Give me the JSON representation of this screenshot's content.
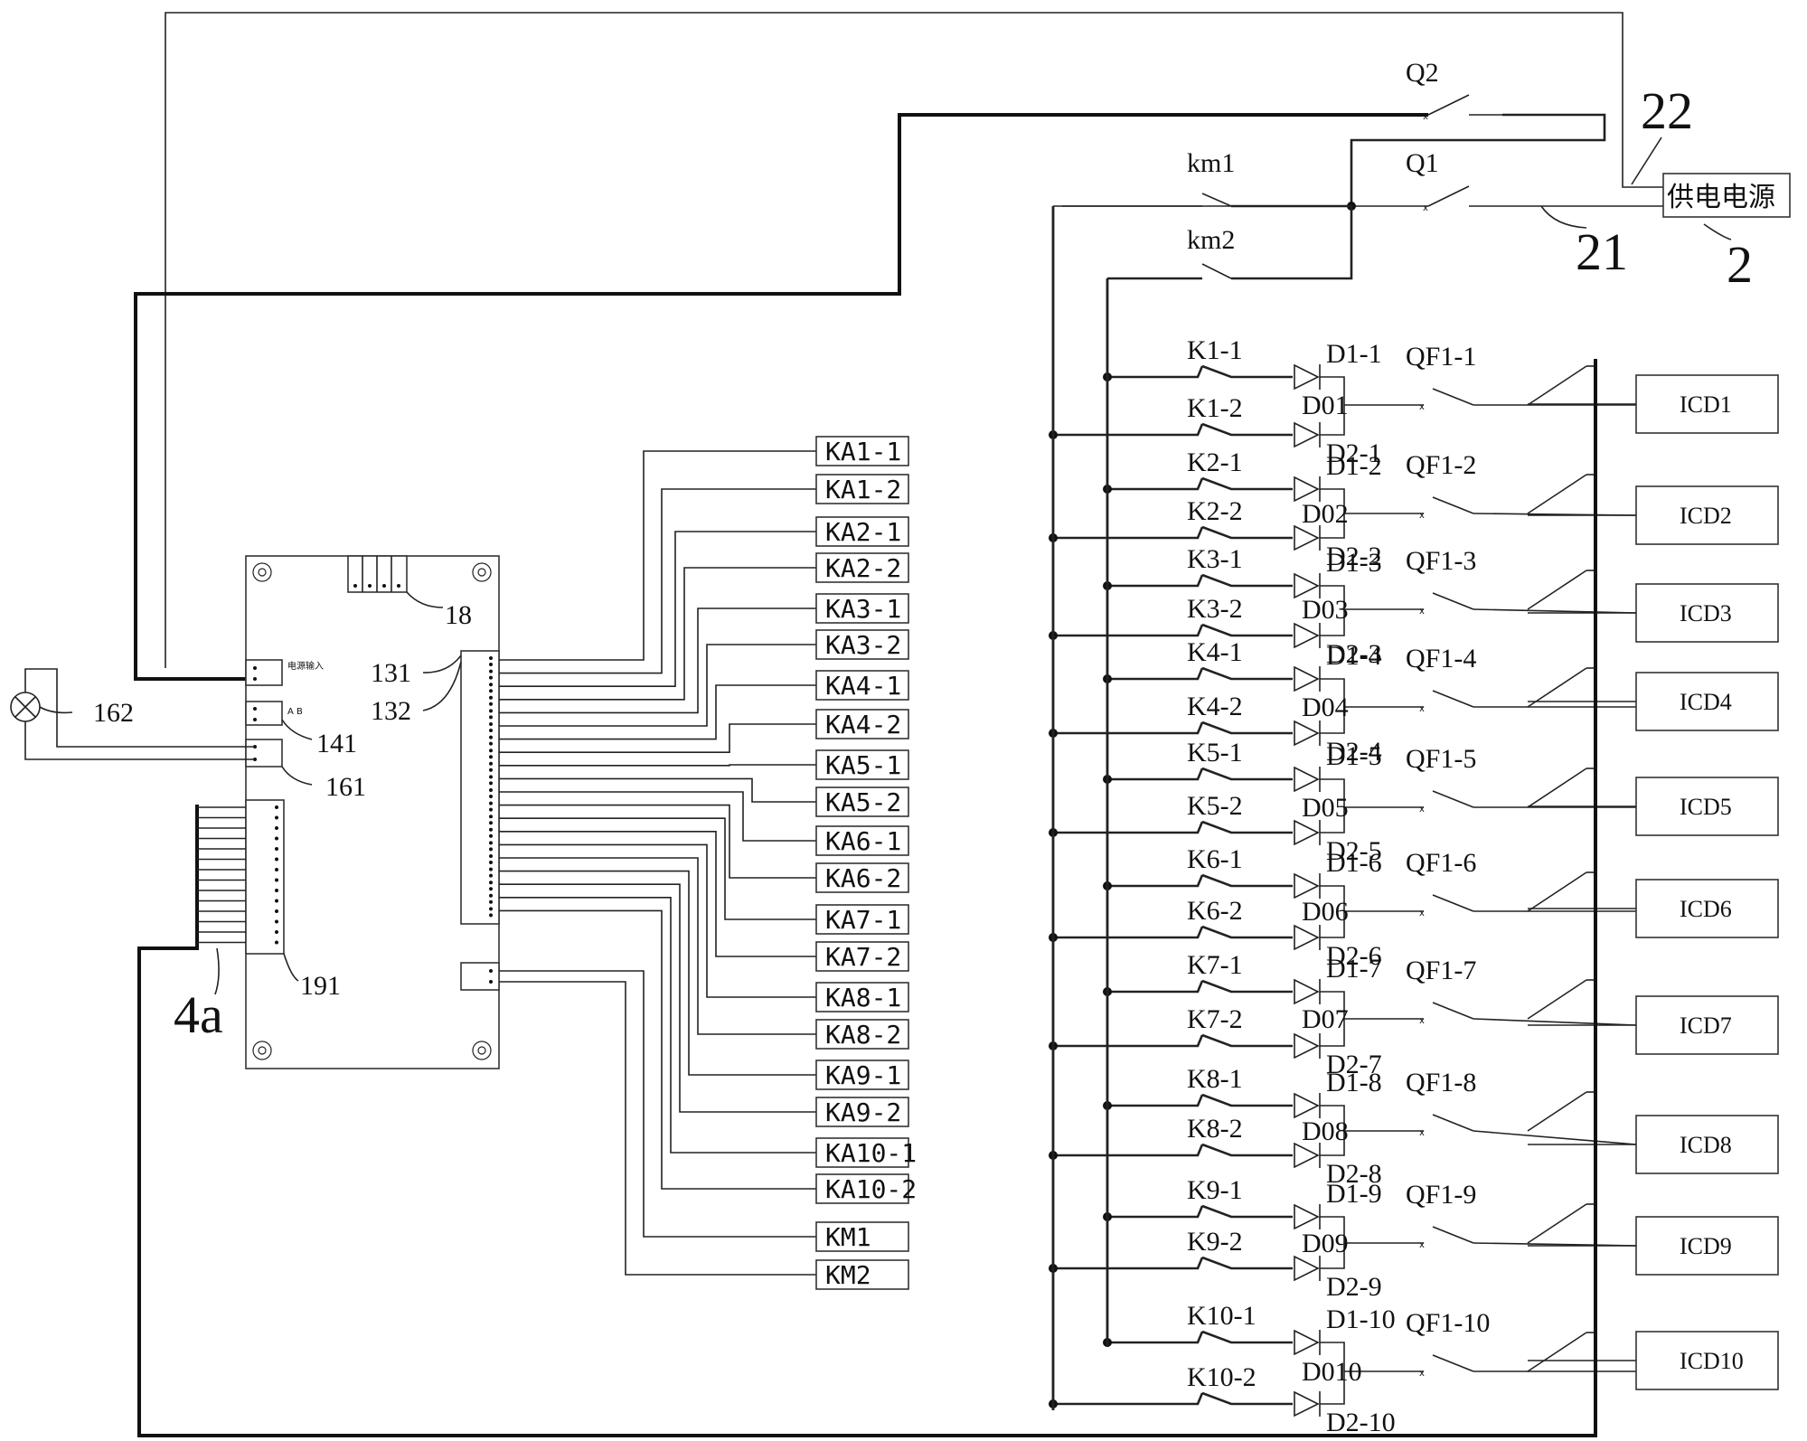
{
  "labels": {
    "q2": "Q2",
    "q1": "Q1",
    "km1": "km1",
    "km2": "km2",
    "n22": "22",
    "n21": "21",
    "n2": "2",
    "power": "供电电源",
    "n18": "18",
    "n131": "131",
    "n132": "132",
    "n141": "141",
    "n161": "161",
    "n162": "162",
    "n191": "191",
    "n4a": "4a",
    "conn_power": "电源输入",
    "conn_ab": "A B"
  },
  "relays": [
    "KA1-1",
    "KA1-2",
    "KA2-1",
    "KA2-2",
    "KA3-1",
    "KA3-2",
    "KA4-1",
    "KA4-2",
    "KA5-1",
    "KA5-2",
    "KA6-1",
    "KA6-2",
    "KA7-1",
    "KA7-2",
    "KA8-1",
    "KA8-2",
    "KA9-1",
    "KA9-2",
    "KA10-1",
    "KA10-2",
    "KM1",
    "KM2"
  ],
  "channels": [
    {
      "k1": "K1-1",
      "k2": "K1-2",
      "d1": "D1-1",
      "d2": "D2-1",
      "d0": "D01",
      "qf": "QF1-1",
      "icd": "ICD1"
    },
    {
      "k1": "K2-1",
      "k2": "K2-2",
      "d1": "D1-2",
      "d2": "D2-2",
      "d0": "D02",
      "qf": "QF1-2",
      "icd": "ICD2"
    },
    {
      "k1": "K3-1",
      "k2": "K3-2",
      "d1": "D1-3",
      "d2": "D2-3",
      "d0": "D03",
      "qf": "QF1-3",
      "icd": "ICD3"
    },
    {
      "k1": "K4-1",
      "k2": "K4-2",
      "d1": "D1-4",
      "d2": "D2-4",
      "d0": "D04",
      "qf": "QF1-4",
      "icd": "ICD4"
    },
    {
      "k1": "K5-1",
      "k2": "K5-2",
      "d1": "D1-5",
      "d2": "D2-5",
      "d0": "D05",
      "qf": "QF1-5",
      "icd": "ICD5"
    },
    {
      "k1": "K6-1",
      "k2": "K6-2",
      "d1": "D1-6",
      "d2": "D2-6",
      "d0": "D06",
      "qf": "QF1-6",
      "icd": "ICD6"
    },
    {
      "k1": "K7-1",
      "k2": "K7-2",
      "d1": "D1-7",
      "d2": "D2-7",
      "d0": "D07",
      "qf": "QF1-7",
      "icd": "ICD7"
    },
    {
      "k1": "K8-1",
      "k2": "K8-2",
      "d1": "D1-8",
      "d2": "D2-8",
      "d0": "D08",
      "qf": "QF1-8",
      "icd": "ICD8"
    },
    {
      "k1": "K9-1",
      "k2": "K9-2",
      "d1": "D1-9",
      "d2": "D2-9",
      "d0": "D09",
      "qf": "QF1-9",
      "icd": "ICD9"
    },
    {
      "k1": "K10-1",
      "k2": "K10-2",
      "d1": "D1-10",
      "d2": "D2-10",
      "d0": "D010",
      "qf": "QF1-10",
      "icd": "ICD10"
    }
  ]
}
